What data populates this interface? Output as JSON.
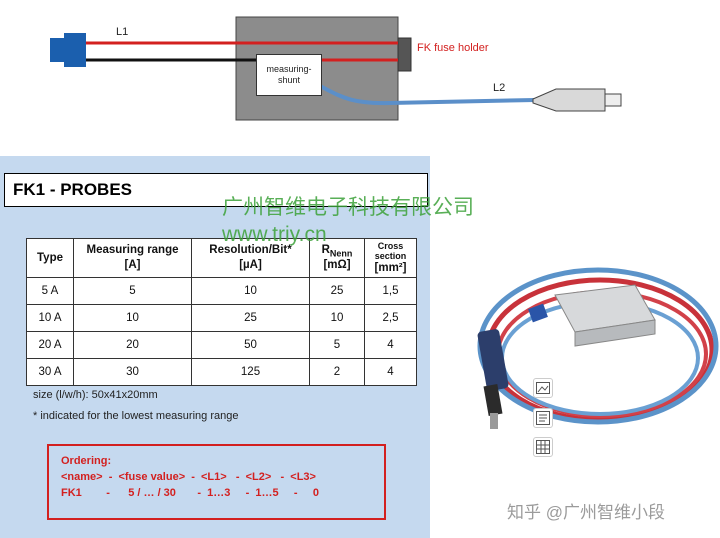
{
  "diagram": {
    "l1_label": "L1",
    "l2_label": "L2",
    "fuse_holder_label": "FK fuse holder",
    "shunt_label_line1": "measuring-",
    "shunt_label_line2": "shunt"
  },
  "panel": {
    "title": "FK1 - PROBES",
    "table": {
      "headers": [
        {
          "line1": "Type",
          "line2": ""
        },
        {
          "line1": "Measuring range",
          "line2": "[A]"
        },
        {
          "line1": "Resolution/Bit*",
          "line2": "[µA]"
        },
        {
          "line1": "R",
          "sub": "Nenn",
          "line2": "[mΩ]"
        },
        {
          "line1": "Cross",
          "line1b": "section",
          "line2": "[mm²]"
        }
      ],
      "rows": [
        [
          "5 A",
          "5",
          "10",
          "25",
          "1,5"
        ],
        [
          "10 A",
          "10",
          "25",
          "10",
          "2,5"
        ],
        [
          "20 A",
          "20",
          "50",
          "5",
          "4"
        ],
        [
          "30 A",
          "30",
          "125",
          "2",
          "4"
        ]
      ]
    },
    "size_note": "size (l/w/h): 50x41x20mm",
    "asterisk_note": "*  indicated for the lowest measuring range",
    "ordering": {
      "title": "Ordering:",
      "template": "<name>  -  <fuse value>  -  <L1>   -  <L2>   -  <L3>",
      "example": "FK1        -      5 / … / 30       -  1…3     -  1…5     -     0"
    }
  },
  "watermark": {
    "company": "广州智维电子科技有限公司",
    "url": "www.triy.cn"
  },
  "credit": "知乎 @广州智维小段",
  "icons": [
    "image-icon",
    "text-icon",
    "table-icon"
  ],
  "colors": {
    "panel_bg": "#c5d9ef",
    "red_wire": "#d3201f",
    "blue_wire": "#5b8fc9",
    "watermark": "#3da23a"
  }
}
